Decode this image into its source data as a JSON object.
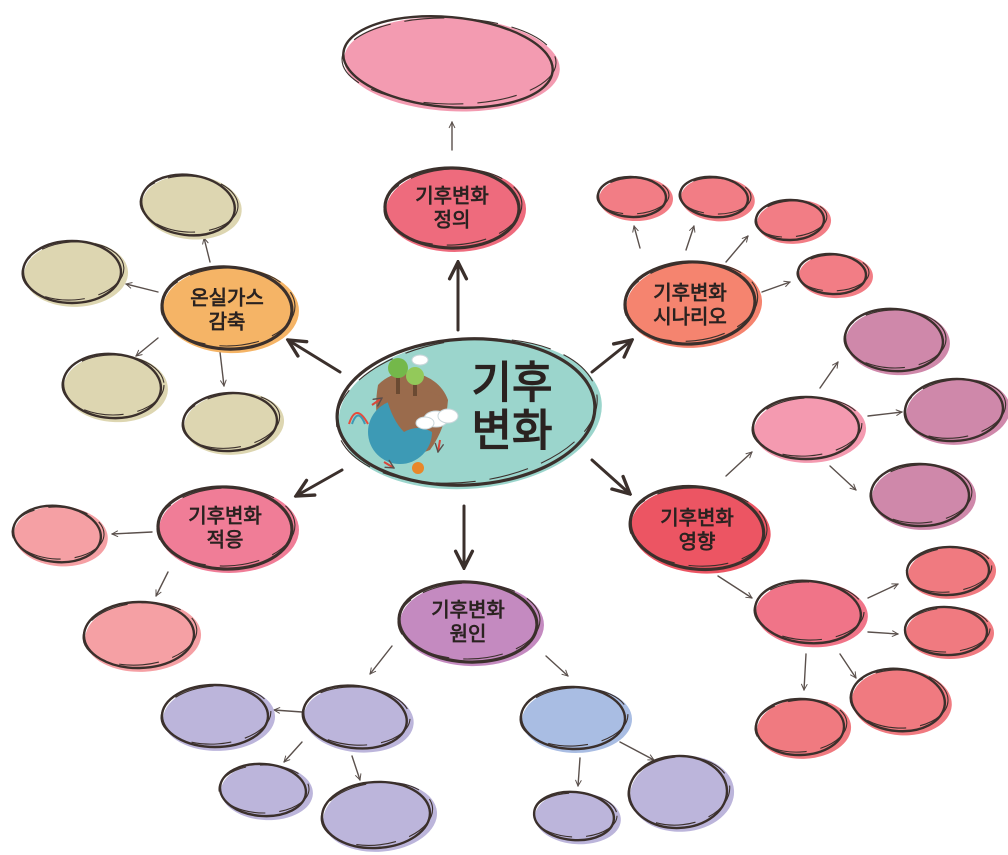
{
  "center": {
    "line1": "기후",
    "line2": "변화",
    "fill": "#9bd5cc"
  },
  "topics": {
    "definition": {
      "line1": "기후변화",
      "line2": "정의",
      "fill": "#ee6b7d"
    },
    "scenario": {
      "line1": "기후변화",
      "line2": "시나리오",
      "fill": "#f5846f"
    },
    "impact": {
      "line1": "기후변화",
      "line2": "영향",
      "fill": "#ec5563"
    },
    "cause": {
      "line1": "기후변화",
      "line2": "원인",
      "fill": "#c48ac0"
    },
    "adaptation": {
      "line1": "기후변화",
      "line2": "적응",
      "fill": "#f07d97"
    },
    "ghg": {
      "line1": "온실가스",
      "line2": "감축",
      "fill": "#f5b466"
    }
  },
  "colors": {
    "outline": "#3b302c",
    "definition_leaf": "#f39bb1",
    "scenario_leaf": "#f27d85",
    "impact_mid1": "#f49ab0",
    "impact_leaf1": "#cf88aa",
    "impact_mid2": "#f07488",
    "impact_leaf2": "#f07a80",
    "cause_left": "#bcb5db",
    "cause_right": "#a9bde3",
    "adaptation_leaf": "#f5a0a4",
    "ghg_leaf": "#ddd6b1",
    "planet_ocean": "#3d9ab5",
    "planet_land": "#9a6b4c",
    "tree": "#74b84a",
    "cloud": "#ffffff",
    "sun": "#e8872a",
    "arrow_red": "#d9463b"
  }
}
